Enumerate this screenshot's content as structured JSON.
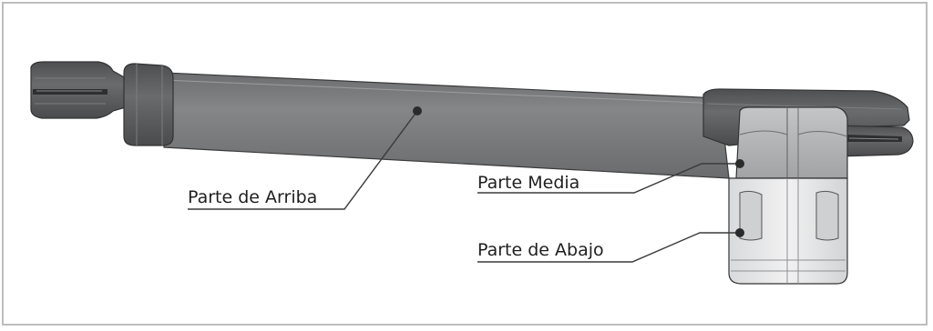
{
  "labels": {
    "top_part": "Parte de Arriba",
    "middle_part": "Parte Media",
    "bottom_part": "Parte de Abajo"
  },
  "colors": {
    "frame_border": "#bdbdbd",
    "tube_body": "#7a7b7d",
    "dark_plastic": "#58595b",
    "motor_middle": "#b4b5b7",
    "motor_bottom": "#e6e7e8",
    "outline": "#3a3a3a",
    "leader_line": "#3a3a3a",
    "marker_dot": "#2b2b2b"
  }
}
